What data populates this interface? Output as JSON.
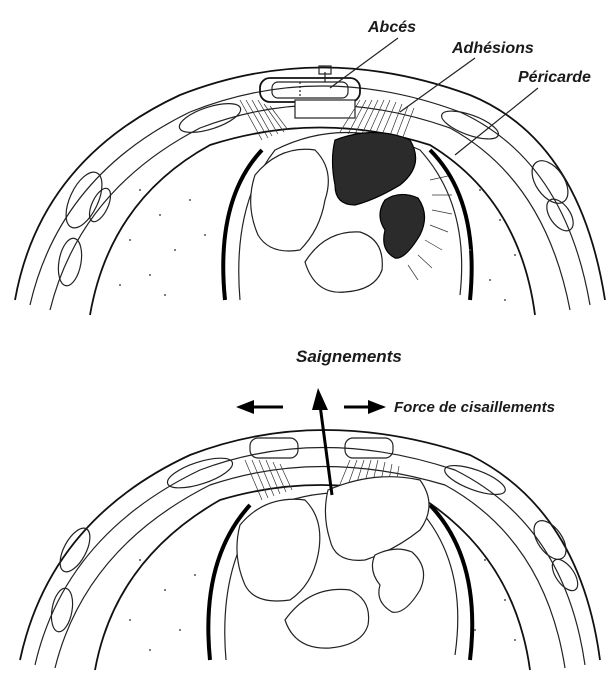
{
  "labels": {
    "abces": "Abcés",
    "adhesions": "Adhésions",
    "pericarde": "Péricarde",
    "saignements": "Saignements",
    "force": "Force de cisaillements"
  },
  "colors": {
    "ink": "#1a1a1a",
    "paper": "#ffffff",
    "dark_tissue": "#2b2b2b"
  }
}
